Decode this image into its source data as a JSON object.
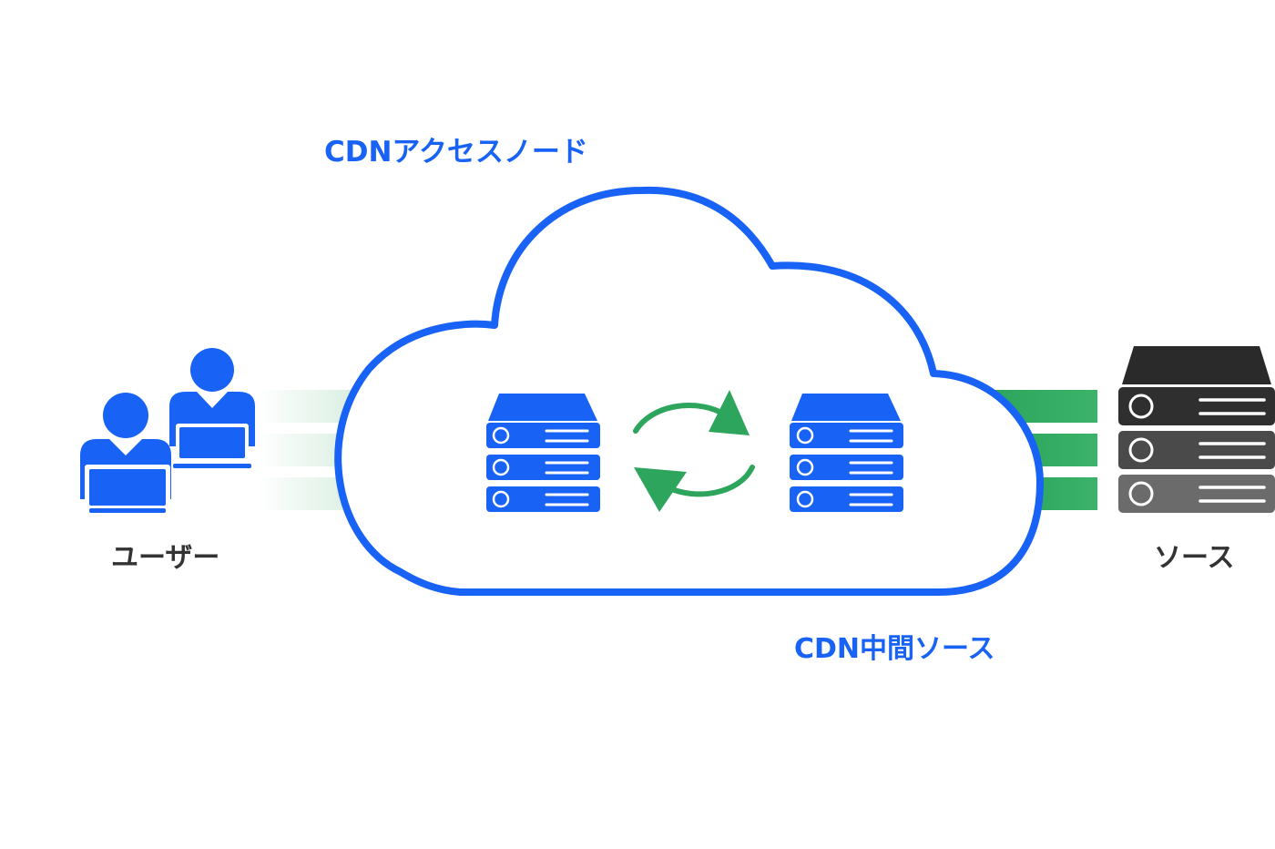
{
  "labels": {
    "access_node": "CDNアクセスノード",
    "intermediate_source": "CDN中間ソース",
    "users": "ユーザー",
    "source": "ソース"
  },
  "colors": {
    "accent_blue": "#1863f5",
    "sync_green": "#2ea55c",
    "label_dark": "#333333",
    "origin_server_dark": "#2e2e2e"
  },
  "icons": {
    "users": "users-with-laptops-icon",
    "edge_server": "server-rack-icon",
    "mid_server": "server-rack-icon",
    "sync": "sync-arrows-icon",
    "origin_server": "server-rack-icon",
    "cloud": "cloud-outline-icon"
  }
}
